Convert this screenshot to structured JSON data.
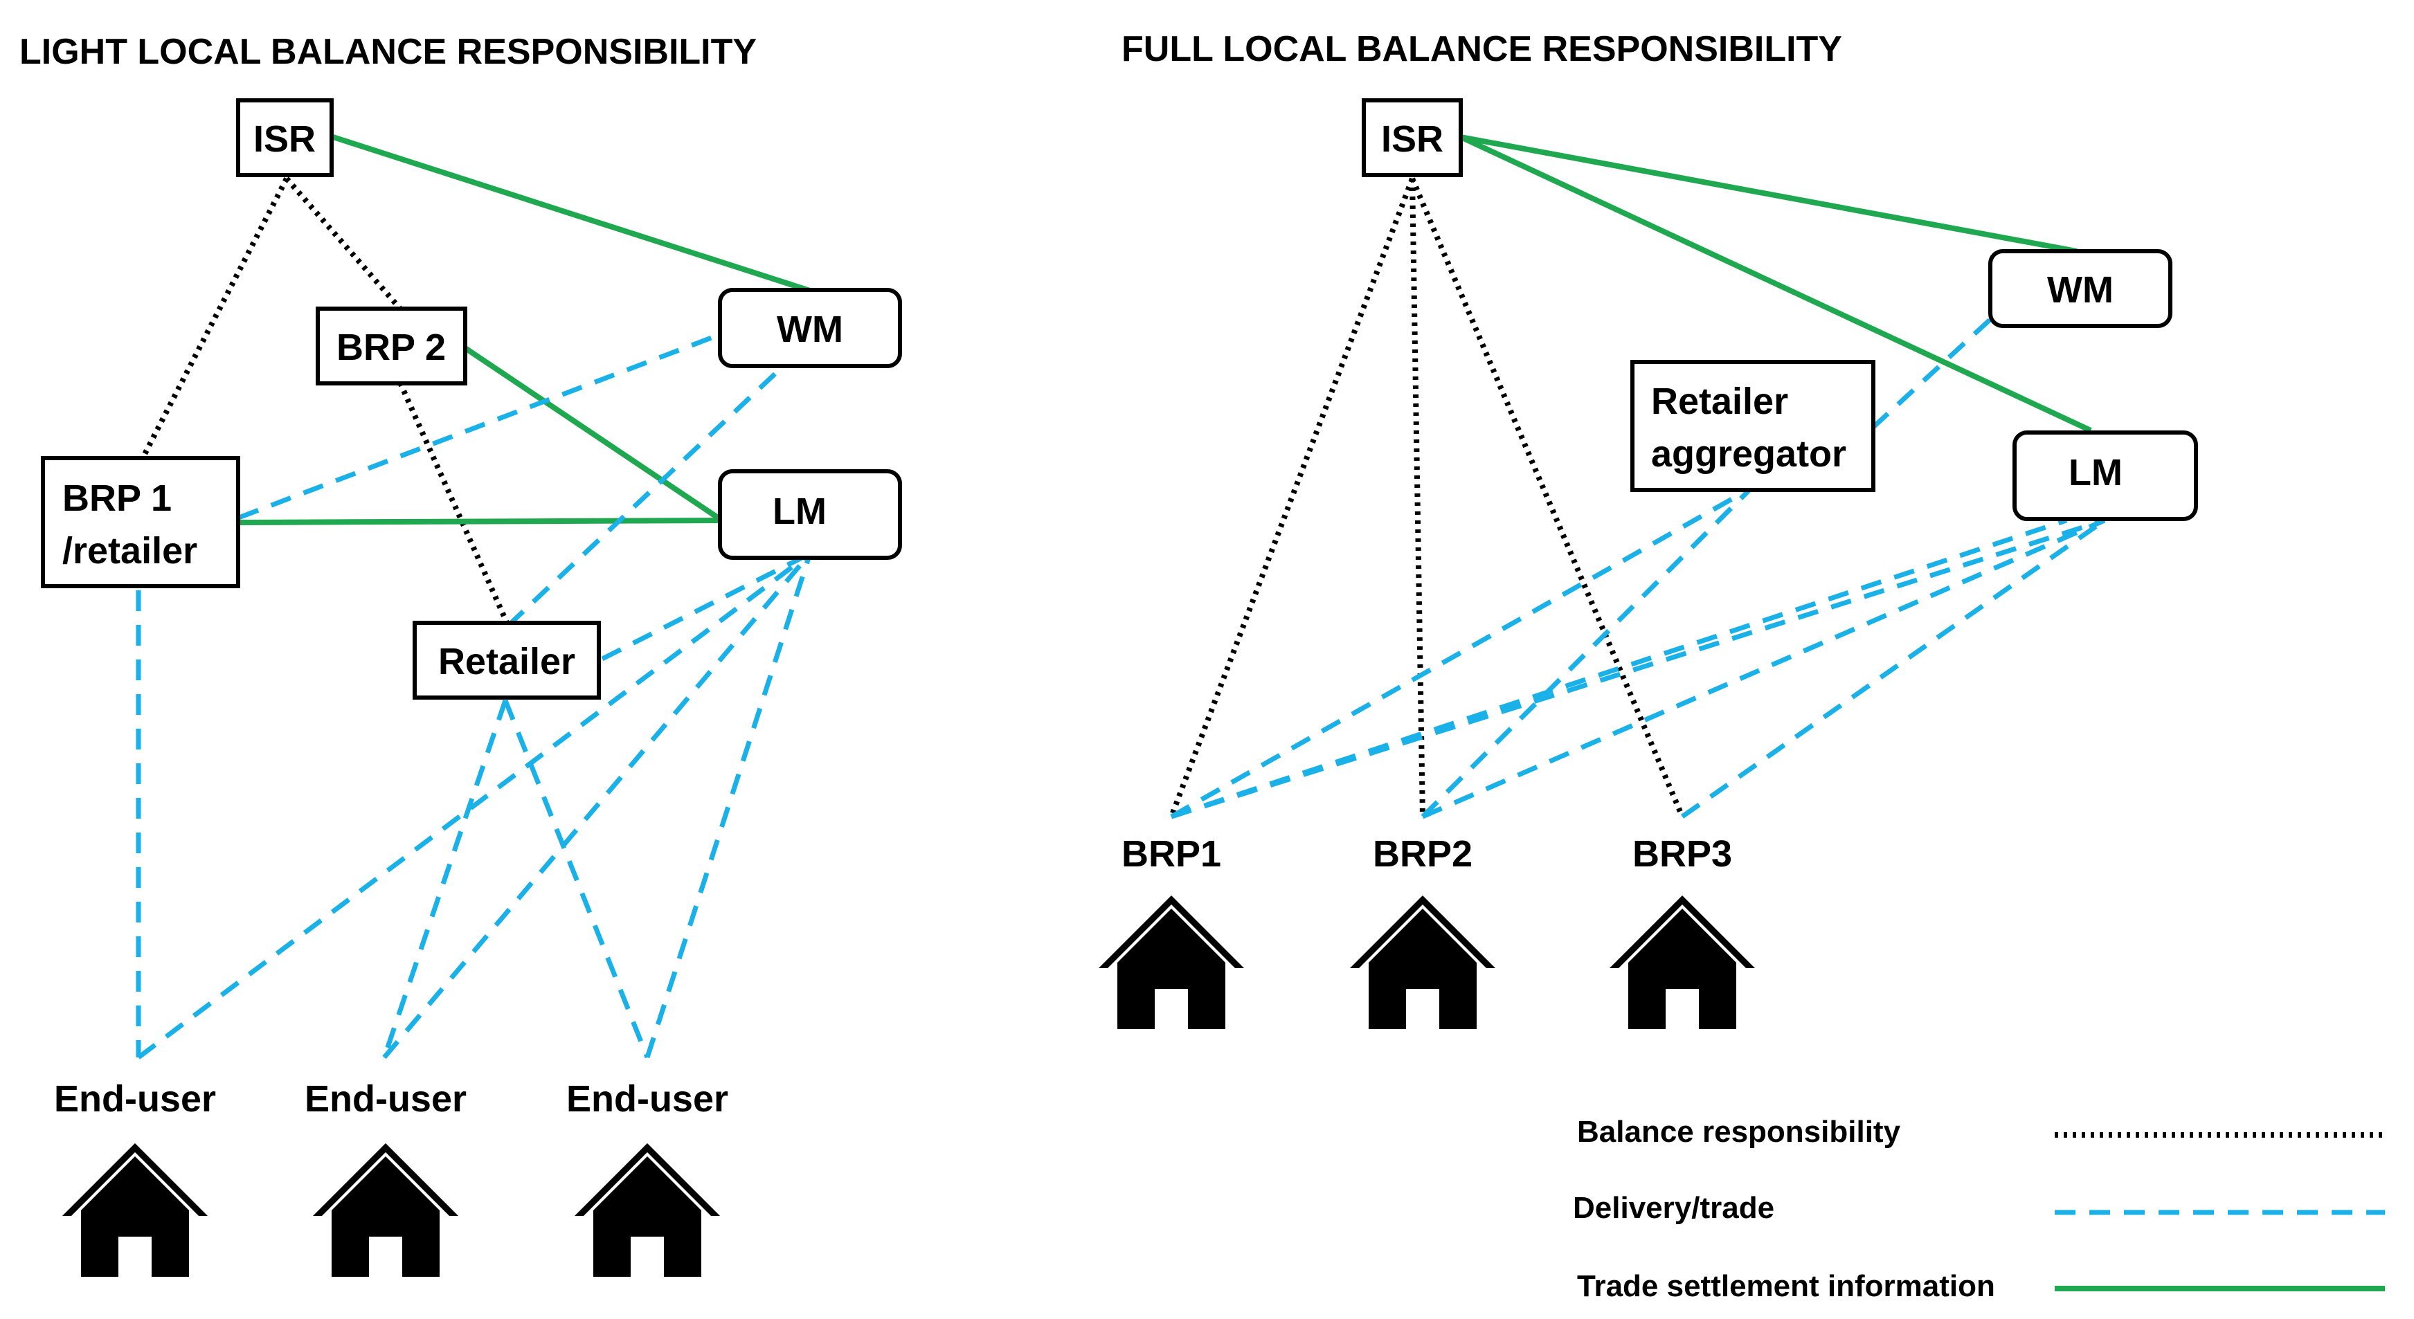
{
  "left_panel": {
    "title": "LIGHT LOCAL BALANCE RESPONSIBILITY",
    "nodes": {
      "isr": "ISR",
      "brp2": "BRP 2",
      "wm": "WM",
      "brp1_line1": "BRP 1",
      "brp1_line2": "/retailer",
      "lm": "LM",
      "retailer": "Retailer",
      "end_user_1": "End-user",
      "end_user_2": "End-user",
      "end_user_3": "End-user"
    }
  },
  "right_panel": {
    "title": "FULL LOCAL BALANCE RESPONSIBILITY",
    "nodes": {
      "isr": "ISR",
      "wm": "WM",
      "aggregator_line1": "Retailer",
      "aggregator_line2": "aggregator",
      "lm": "LM",
      "brp1": "BRP1",
      "brp2": "BRP2",
      "brp3": "BRP3"
    }
  },
  "legend": {
    "items": [
      {
        "label": "Balance responsibility",
        "style": "dotted",
        "color": "#000000"
      },
      {
        "label": "Delivery/trade",
        "style": "dashed",
        "color": "#1ab1e8"
      },
      {
        "label": "Trade settlement information",
        "style": "solid",
        "color": "#1fa84f"
      }
    ]
  },
  "icons": {
    "house": "house-icon"
  }
}
